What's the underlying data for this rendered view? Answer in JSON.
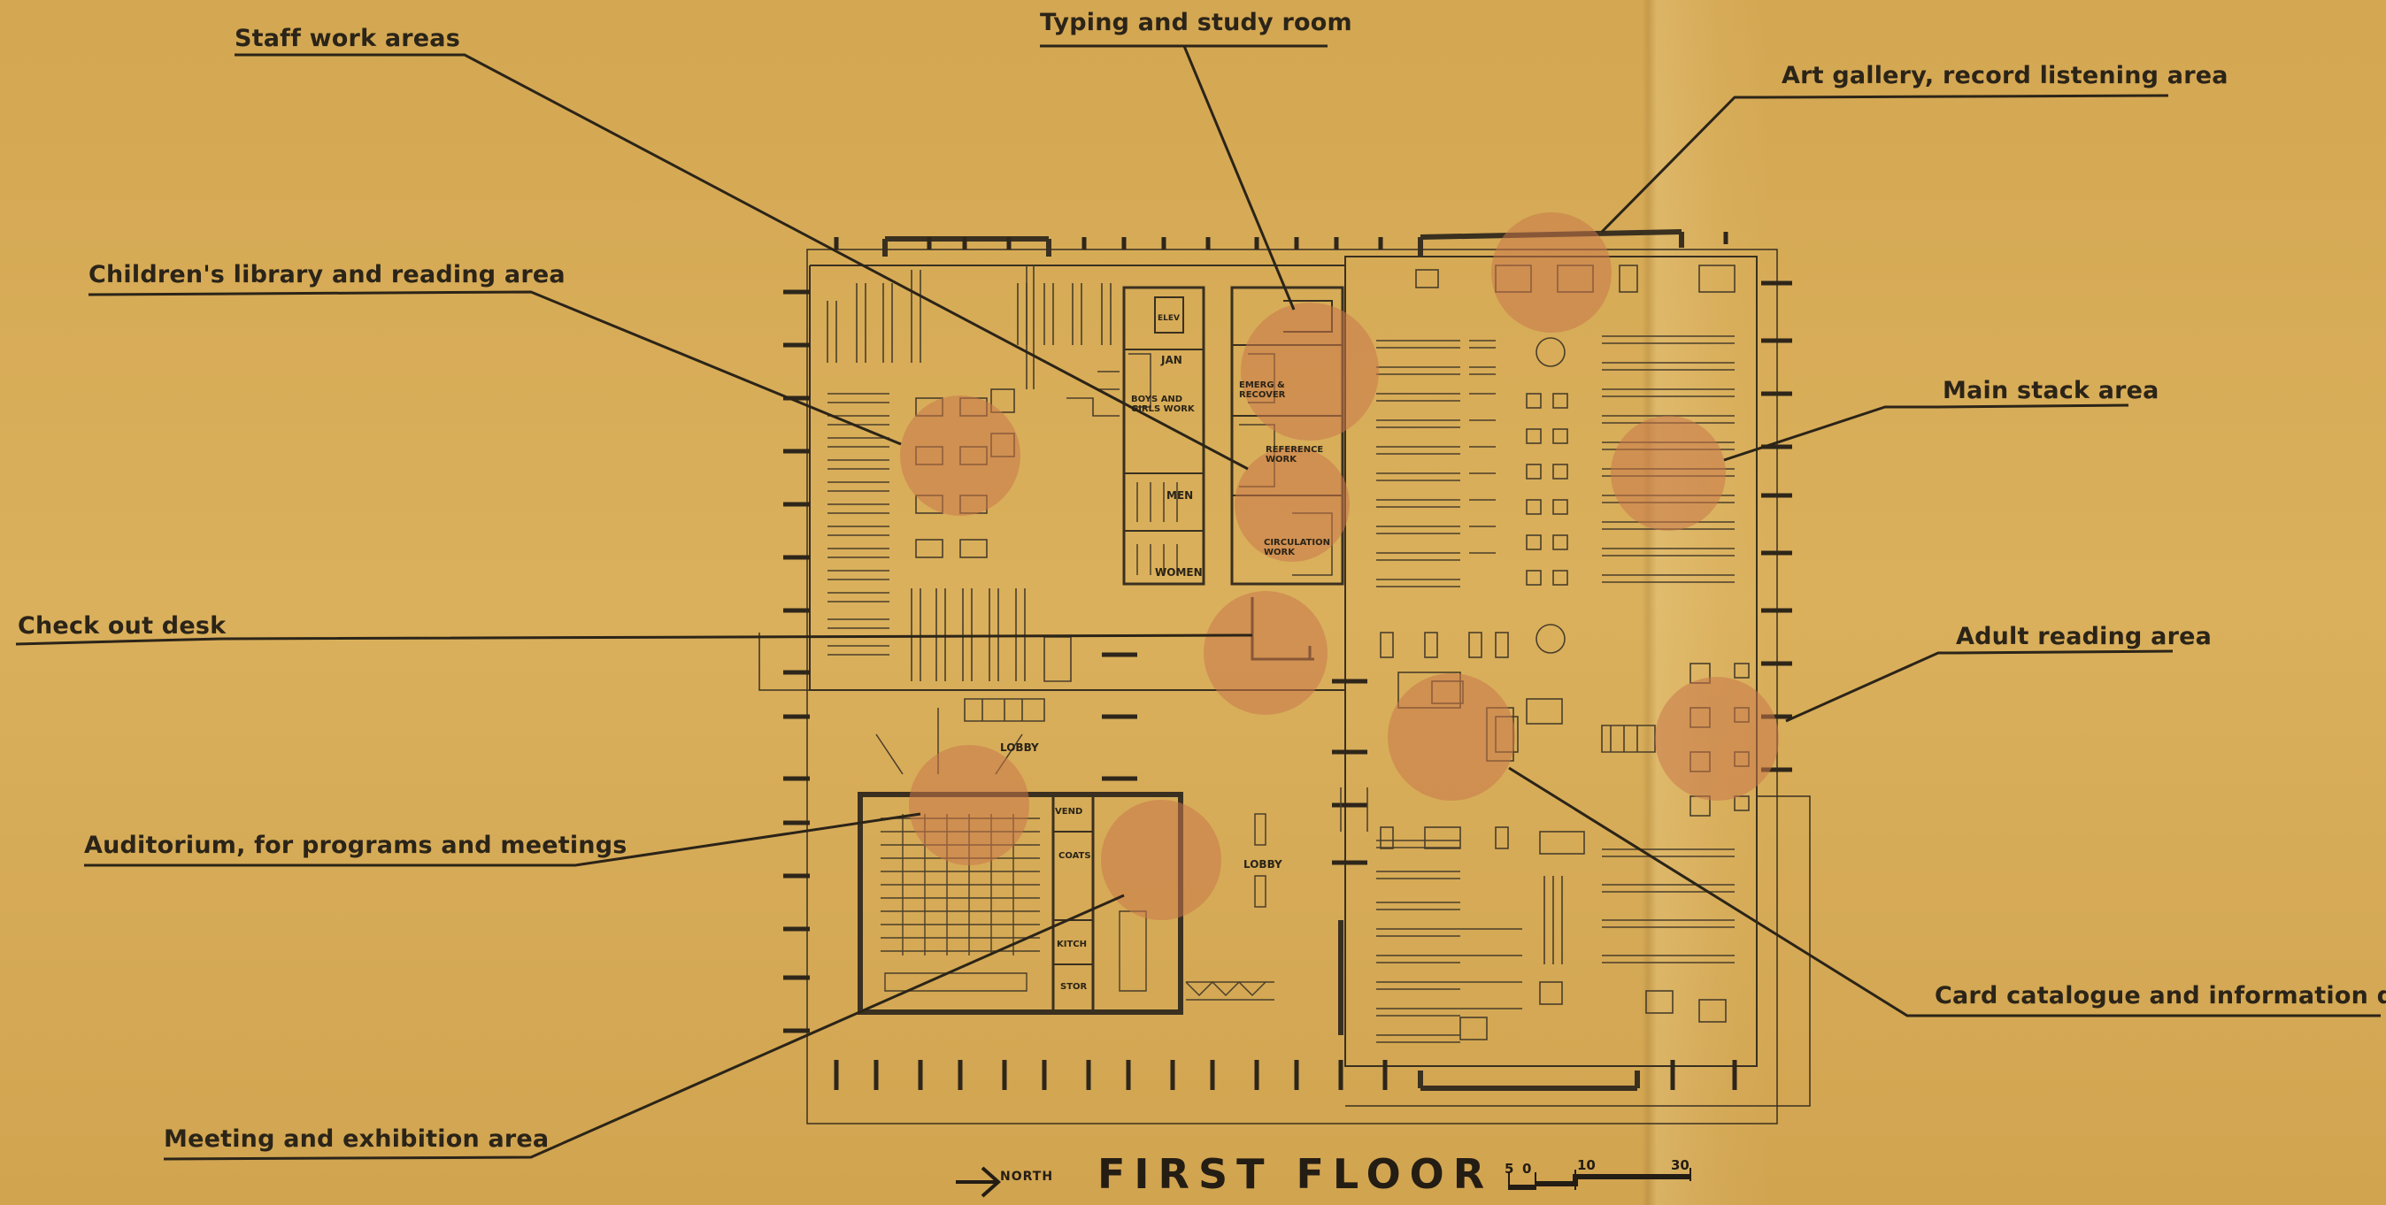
{
  "labels": {
    "staff_work_areas": "Staff work areas",
    "typing_study_room": "Typing and study room",
    "art_gallery": "Art gallery, record listening area",
    "childrens_library": "Children's library and reading area",
    "main_stack_area": "Main stack area",
    "check_out_desk": "Check out desk",
    "adult_reading_area": "Adult reading area",
    "auditorium": "Auditorium, for programs and meetings",
    "card_catalogue": "Card catalogue and information desk",
    "meeting_exhibition": "Meeting and exhibition area"
  },
  "rooms": {
    "lobby_top": "LOBBY",
    "lobby_right": "LOBBY",
    "jan": "JAN",
    "boys_girls_work": "BOYS AND GIRLS WORK",
    "men": "MEN",
    "women": "WOMEN",
    "emerg_recover": "EMERG & RECOVER",
    "reference_work": "REFERENCE WORK",
    "circulation_work": "CIRCULATION WORK",
    "vend": "VEND",
    "coats": "COATS",
    "kitch": "KITCH",
    "stor": "STOR",
    "elev": "ELEV"
  },
  "footer": {
    "north": "NORTH",
    "title": "FIRST FLOOR",
    "scale": [
      "5",
      "0",
      "10",
      "30"
    ]
  },
  "colors": {
    "paper": "#d8ac58",
    "ink": "#2b2418",
    "highlight": "#c8784a"
  }
}
